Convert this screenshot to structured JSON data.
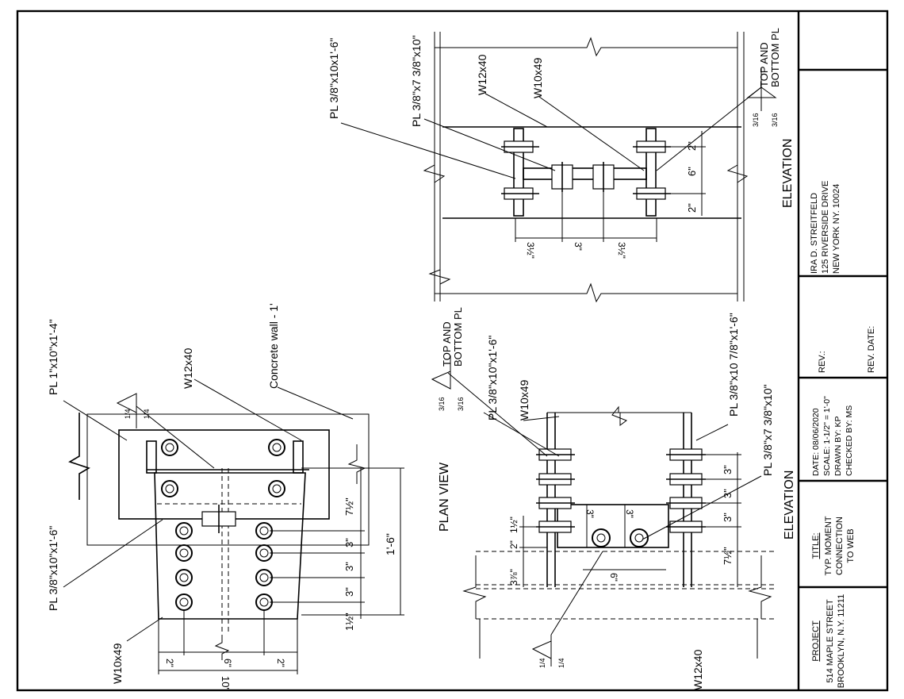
{
  "title_block": {
    "project": {
      "heading": "PROJECT",
      "line1": "514 MAPLE STREET",
      "line2": "BROOKLYN, N.Y. 11211"
    },
    "title": {
      "heading": "TITLE:",
      "line1": "TYP. MOMENT",
      "line2": "CONNECTION",
      "line3": "TO WEB"
    },
    "info": {
      "date": "DATE: 08/06/2020",
      "scale": "SCALE: 1-1/2\" = 1'-0\"",
      "drawn_by": "DRAWN BY: KP",
      "checked_by": "CHECKED BY: MS"
    },
    "revision": {
      "rev": "REV.:",
      "rev_date": "REV. DATE:"
    },
    "engineer": {
      "name": "IRA D. STREITFELD",
      "address1": "125 RIVERSIDE DRIVE",
      "address2": "NEW YORK NY. 10024"
    }
  },
  "plan_section": {
    "labels": {
      "pl_top": "PL 1\"x10\"x1'-4\"",
      "w12": "W12x40",
      "concrete": "Concrete wall - 1'",
      "pl_bottom": "PL 3/8\"x10\"x1'-6\"",
      "w10": "W10x49"
    },
    "weld": {
      "top": "1/4",
      "bottom": "1/4"
    },
    "dims_right": [
      "7½\"",
      "3\"",
      "3\"",
      "3\"",
      "1½\""
    ],
    "dim_overall": "1'-6\"",
    "dims_bottom": [
      "2\"",
      "6\"",
      "2\""
    ],
    "dim_width": "10\""
  },
  "plan_view_title": "PLAN VIEW",
  "elevation_lower": {
    "title": "ELEVATION",
    "labels": {
      "pl_1": "PL 3/8\"x10\"x1'-6\"",
      "w10": "W10x49",
      "pl_2": "PL 3/8\"x10 7/8\"x1'-6\"",
      "pl_3": "PL 3/8\"x7 3/8\"x10\"",
      "w12": "W12x40",
      "top_bottom": "TOP AND",
      "top_bottom2": "BOTTOM PL"
    },
    "weld": {
      "top": "3/16",
      "bottom": "3/16",
      "lower": "1/4"
    },
    "dims_right": [
      "3\"",
      "3\"",
      "3\"",
      "7½\""
    ],
    "dims_left": [
      "1½\"",
      "2\"",
      "3⅞\""
    ],
    "dims_inner": [
      "3\"",
      "3\""
    ],
    "dim_six": "6\""
  },
  "elevation_upper": {
    "title": "ELEVATION",
    "labels": {
      "pl_1": "PL 3/8\"x10x1'-6\"",
      "pl_2": "PL 3/8\"x7 3/8\"x10\"",
      "w12": "W12x40",
      "w10": "W10x49",
      "top_bottom": "TOP AND",
      "top_bottom2": "BOTTOM PL"
    },
    "weld": {
      "top": "3/16",
      "bottom": "3/16"
    },
    "dims_right": [
      "2\"",
      "6\"",
      "2\""
    ],
    "dims_bottom": [
      "3½\"",
      "3\"",
      "3½\""
    ]
  }
}
